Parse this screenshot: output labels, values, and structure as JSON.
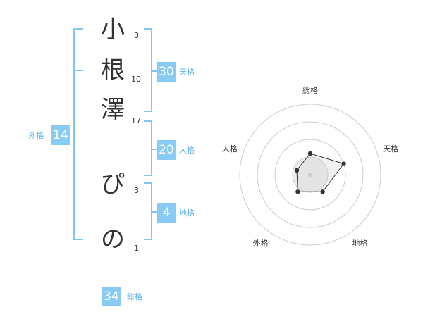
{
  "characters": [
    {
      "char": "小",
      "strokes": "3"
    },
    {
      "char": "根",
      "strokes": "10"
    },
    {
      "char": "澤",
      "strokes": "17"
    },
    {
      "char": "ぴ",
      "strokes": "3"
    },
    {
      "char": "の",
      "strokes": "1"
    }
  ],
  "kaku": {
    "tenkaku": {
      "value": "30",
      "label": "天格"
    },
    "jinkaku": {
      "value": "20",
      "label": "人格"
    },
    "chikaku": {
      "value": "4",
      "label": "地格"
    },
    "gaikaku": {
      "value": "14",
      "label": "外格"
    },
    "soukaku": {
      "value": "34",
      "label": "総格"
    }
  },
  "chart_data": {
    "type": "radar",
    "axes": [
      "総格",
      "天格",
      "地格",
      "外格",
      "人格"
    ],
    "values": [
      0.3,
      0.5,
      0.3,
      0.3,
      0.2
    ],
    "max": 1,
    "rings": 4
  },
  "colors": {
    "accent": "#88ccf4",
    "label": "#5fb3ea",
    "text": "#333333"
  }
}
